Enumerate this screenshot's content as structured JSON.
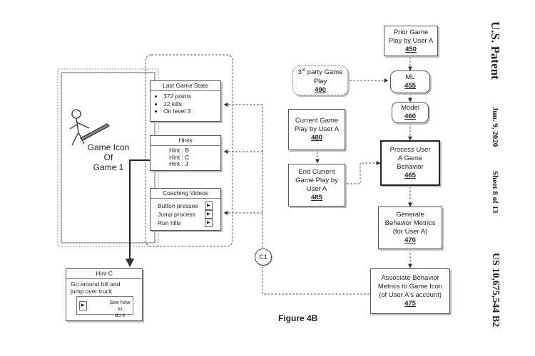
{
  "side_header": {
    "office": "U.S. Patent",
    "date": "Jun. 9, 2020",
    "sheet": "Sheet 8 of 13",
    "number": "US 10,675,544 B2"
  },
  "figure_label": "Figure 4B",
  "connector": "C1",
  "game_icon": {
    "line1": "Game Icon",
    "line2": "Of",
    "line3": "Game 1"
  },
  "last_game_state": {
    "title": "Last Game State",
    "items": [
      "372 points",
      "12 kills",
      "On level 3"
    ]
  },
  "hints": {
    "title": "Hints",
    "items": [
      "Hint : B",
      "Hint : C",
      "Hint : J"
    ]
  },
  "coaching_videos": {
    "title": "Coaching Videos",
    "items": [
      "Button presses",
      "Jump process",
      "Run hills"
    ]
  },
  "hint_c": {
    "title": "Hint C",
    "body_line1": "Go around hill and",
    "body_line2": "jump over truck",
    "see_line1": "See how to",
    "see_line2": "do it"
  },
  "flow": {
    "prior": {
      "line1": "Prior Game",
      "line2": "Play by User A",
      "ref": "450"
    },
    "third_party": {
      "line1_sup": "rd",
      "line1_pre": "3",
      "line1_post": " party Game",
      "line2": "Play",
      "ref": "490"
    },
    "ml": {
      "line1": "ML",
      "ref": "455"
    },
    "model": {
      "line1": "Model",
      "ref": "460"
    },
    "current": {
      "line1": "Current Game",
      "line2": "Play by User A",
      "ref": "480"
    },
    "end_current": {
      "line1": "End Current",
      "line2": "Game Play by",
      "line3": "User A",
      "ref": "485"
    },
    "process": {
      "line1": "Process User",
      "line2": "A Game",
      "line3": "Behavior",
      "ref": "465"
    },
    "generate": {
      "line1": "Generate",
      "line2": "Behavior Metrics",
      "line3": "(for User A)",
      "ref": "470"
    },
    "associate": {
      "line1": "Associate Behavior",
      "line2": "Metrics to Game Icon",
      "line3": "(of User A's account)",
      "ref": "475"
    }
  }
}
